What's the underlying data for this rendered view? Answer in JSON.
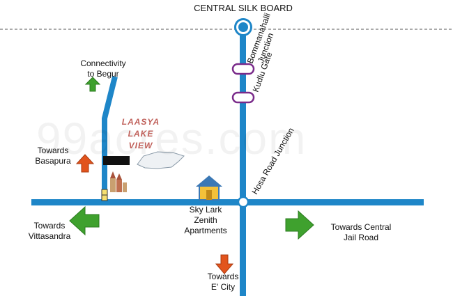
{
  "top_label": "CENTRAL SILK BOARD",
  "labels": {
    "begur": [
      "Connectivity",
      "to Begur"
    ],
    "basapura": [
      "Towards",
      "Basapura"
    ],
    "vittasandra": [
      "Towards",
      "Vittasandra"
    ],
    "jail_road": [
      "Towards Central",
      "Jail Road"
    ],
    "ecity": [
      "Towards",
      "E' City"
    ],
    "project": [
      "Sky Lark",
      "Zenith",
      "Apartments"
    ],
    "lake": [
      "LAASYA",
      "LAKE",
      "VIEW"
    ],
    "bommanahalli": [
      "Bommanahalli",
      "Junction"
    ],
    "kudlu": "Kudlu Gate",
    "hosa_road": "Hosa Road Junction"
  },
  "watermark": "99acres.com",
  "colors": {
    "road": "#1e86c8",
    "arrow_green": "#3fa12e",
    "arrow_orange": "#e2541d",
    "junction_marker": "#7a2b8a",
    "lake_fill": "#eef1f4",
    "lake_text": "#c0605a",
    "house_roof": "#3b78b5",
    "house_body": "#f3c13a"
  },
  "icons": [
    "metro-station-icon",
    "junction-marker-icon",
    "arrow-up-icon",
    "arrow-left-icon",
    "arrow-right-icon",
    "arrow-down-icon",
    "house-icon",
    "temple-icon",
    "hospital-icon",
    "lake-icon"
  ]
}
